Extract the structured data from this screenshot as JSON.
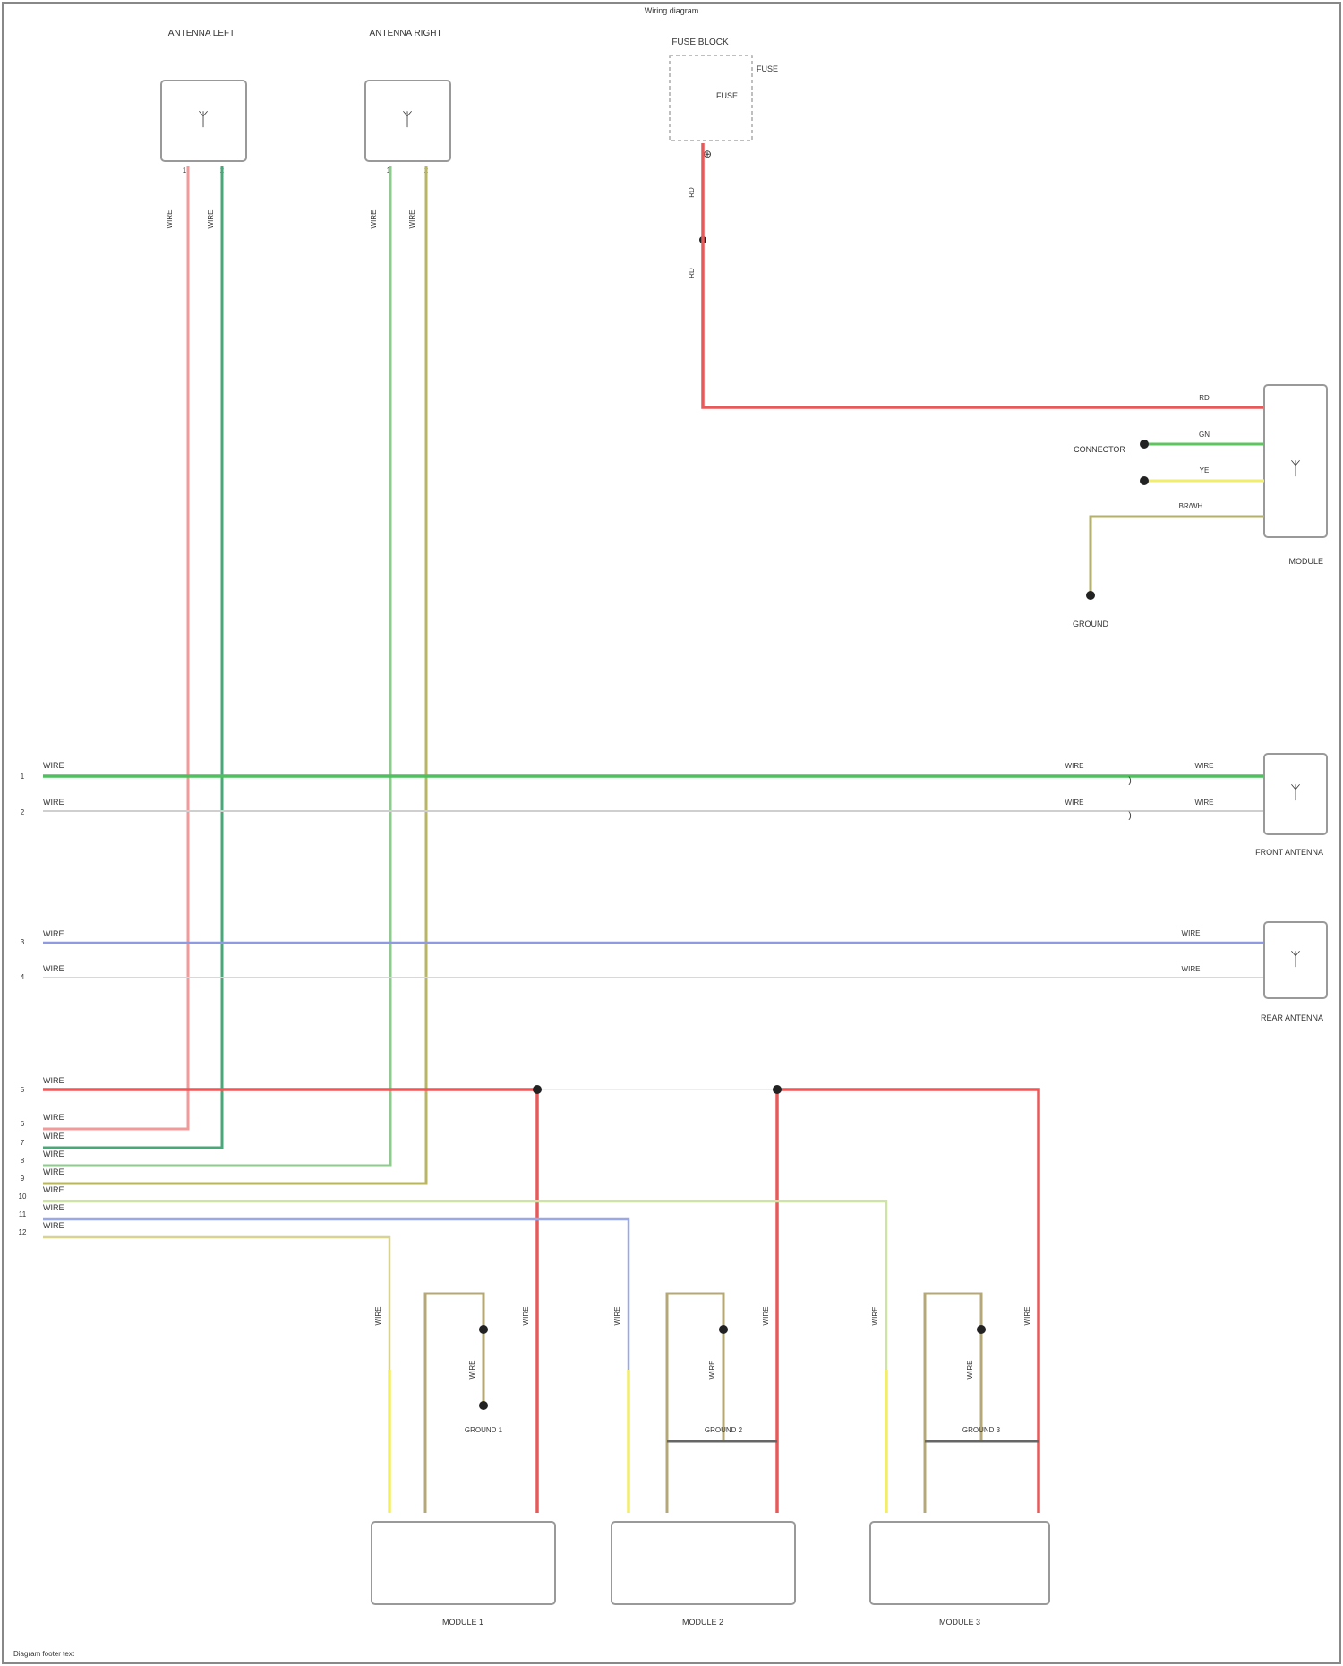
{
  "page_title": "Wiring diagram",
  "page_footer": "Diagram footer text",
  "colors": {
    "red": "#e85a5a",
    "green": "#4fbf5f",
    "light_green": "#9fd39f",
    "olive": "#b5b06a",
    "blue": "#6f82e0",
    "yellow": "#f2ee6a",
    "gray_wire": "#cfcfcf",
    "outline": "#888888"
  },
  "top_antennas": {
    "left": {
      "title": "ANTENNA LEFT",
      "pins": [
        "1",
        "2"
      ],
      "wire_labels": [
        "WIRE",
        "WIRE"
      ]
    },
    "right": {
      "title": "ANTENNA RIGHT",
      "pins": [
        "1",
        "2"
      ],
      "wire_labels": [
        "WIRE",
        "WIRE"
      ]
    }
  },
  "fuse_block": {
    "title": "FUSE BLOCK",
    "lines": [
      "FUSE",
      "FUSE"
    ],
    "wire_labels": [
      "RD",
      "RD"
    ]
  },
  "right_module": {
    "wire_labels": [
      "RD",
      "GN",
      "YE",
      "BR/WH"
    ],
    "left_label": "CONNECTOR",
    "caption": "MODULE",
    "ground_caption": "GROUND"
  },
  "main_connector": {
    "pins": [
      "1",
      "2",
      "3",
      "4",
      "5",
      "6",
      "7",
      "8",
      "9",
      "10",
      "11",
      "12"
    ],
    "labels": [
      "WIRE",
      "WIRE",
      "WIRE",
      "WIRE",
      "WIRE",
      "WIRE",
      "WIRE",
      "WIRE",
      "WIRE",
      "WIRE",
      "WIRE",
      "WIRE"
    ]
  },
  "front_antenna": {
    "wire_labels": [
      "WIRE",
      "WIRE"
    ],
    "mid_labels": [
      "WIRE",
      "WIRE"
    ],
    "caption": "FRONT ANTENNA"
  },
  "rear_antenna": {
    "wire_labels": [
      "WIRE",
      "WIRE"
    ],
    "caption": "REAR ANTENNA"
  },
  "bottom_modules": [
    {
      "caption": "MODULE 1",
      "ground_caption": "GROUND 1",
      "wire_labels": [
        "WIRE",
        "WIRE",
        "WIRE"
      ]
    },
    {
      "caption": "MODULE 2",
      "ground_caption": "GROUND 2",
      "wire_labels": [
        "WIRE",
        "WIRE",
        "WIRE"
      ]
    },
    {
      "caption": "MODULE 3",
      "ground_caption": "GROUND 3",
      "wire_labels": [
        "WIRE",
        "WIRE",
        "WIRE"
      ]
    }
  ]
}
